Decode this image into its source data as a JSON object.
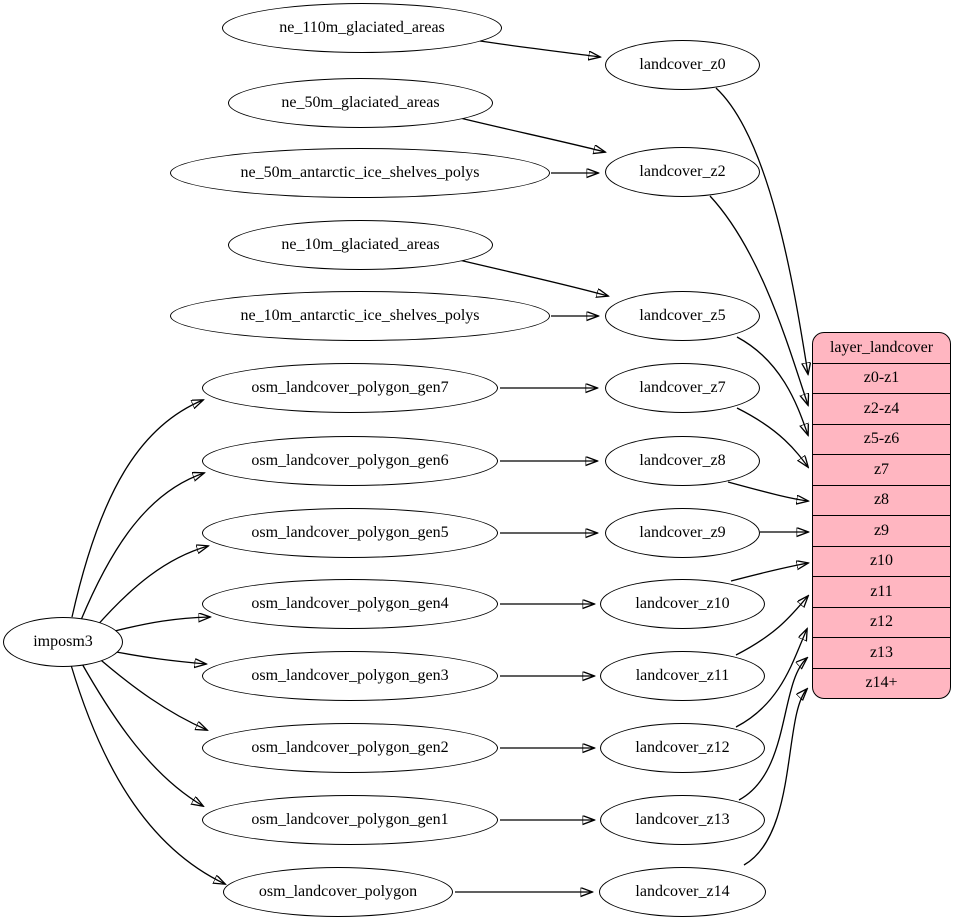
{
  "nodes": {
    "imposm3": "imposm3",
    "ne_110m_glaciated_areas": "ne_110m_glaciated_areas",
    "ne_50m_glaciated_areas": "ne_50m_glaciated_areas",
    "ne_50m_antarctic_ice_shelves_polys": "ne_50m_antarctic_ice_shelves_polys",
    "ne_10m_glaciated_areas": "ne_10m_glaciated_areas",
    "ne_10m_antarctic_ice_shelves_polys": "ne_10m_antarctic_ice_shelves_polys",
    "osm_landcover_polygon_gen7": "osm_landcover_polygon_gen7",
    "osm_landcover_polygon_gen6": "osm_landcover_polygon_gen6",
    "osm_landcover_polygon_gen5": "osm_landcover_polygon_gen5",
    "osm_landcover_polygon_gen4": "osm_landcover_polygon_gen4",
    "osm_landcover_polygon_gen3": "osm_landcover_polygon_gen3",
    "osm_landcover_polygon_gen2": "osm_landcover_polygon_gen2",
    "osm_landcover_polygon_gen1": "osm_landcover_polygon_gen1",
    "osm_landcover_polygon": "osm_landcover_polygon",
    "landcover_z0": "landcover_z0",
    "landcover_z2": "landcover_z2",
    "landcover_z5": "landcover_z5",
    "landcover_z7": "landcover_z7",
    "landcover_z8": "landcover_z8",
    "landcover_z9": "landcover_z9",
    "landcover_z10": "landcover_z10",
    "landcover_z11": "landcover_z11",
    "landcover_z12": "landcover_z12",
    "landcover_z13": "landcover_z13",
    "landcover_z14": "landcover_z14"
  },
  "record": {
    "title": "layer_landcover",
    "rows": [
      "z0-z1",
      "z2-z4",
      "z5-z6",
      "z7",
      "z8",
      "z9",
      "z10",
      "z11",
      "z12",
      "z13",
      "z14+"
    ]
  },
  "colors": {
    "record_fill": "#ffb6c1",
    "node_fill": "#ffffff",
    "stroke": "#000000"
  },
  "edges": [
    {
      "from": "imposm3",
      "to": "osm_landcover_polygon_gen7"
    },
    {
      "from": "imposm3",
      "to": "osm_landcover_polygon_gen6"
    },
    {
      "from": "imposm3",
      "to": "osm_landcover_polygon_gen5"
    },
    {
      "from": "imposm3",
      "to": "osm_landcover_polygon_gen4"
    },
    {
      "from": "imposm3",
      "to": "osm_landcover_polygon_gen3"
    },
    {
      "from": "imposm3",
      "to": "osm_landcover_polygon_gen2"
    },
    {
      "from": "imposm3",
      "to": "osm_landcover_polygon_gen1"
    },
    {
      "from": "imposm3",
      "to": "osm_landcover_polygon"
    },
    {
      "from": "ne_110m_glaciated_areas",
      "to": "landcover_z0"
    },
    {
      "from": "ne_50m_glaciated_areas",
      "to": "landcover_z2"
    },
    {
      "from": "ne_50m_antarctic_ice_shelves_polys",
      "to": "landcover_z2"
    },
    {
      "from": "ne_10m_glaciated_areas",
      "to": "landcover_z5"
    },
    {
      "from": "ne_10m_antarctic_ice_shelves_polys",
      "to": "landcover_z5"
    },
    {
      "from": "osm_landcover_polygon_gen7",
      "to": "landcover_z7"
    },
    {
      "from": "osm_landcover_polygon_gen6",
      "to": "landcover_z8"
    },
    {
      "from": "osm_landcover_polygon_gen5",
      "to": "landcover_z9"
    },
    {
      "from": "osm_landcover_polygon_gen4",
      "to": "landcover_z10"
    },
    {
      "from": "osm_landcover_polygon_gen3",
      "to": "landcover_z11"
    },
    {
      "from": "osm_landcover_polygon_gen2",
      "to": "landcover_z12"
    },
    {
      "from": "osm_landcover_polygon_gen1",
      "to": "landcover_z13"
    },
    {
      "from": "osm_landcover_polygon",
      "to": "landcover_z14"
    },
    {
      "from": "landcover_z0",
      "to": "layer_landcover:z0-z1"
    },
    {
      "from": "landcover_z2",
      "to": "layer_landcover:z2-z4"
    },
    {
      "from": "landcover_z5",
      "to": "layer_landcover:z5-z6"
    },
    {
      "from": "landcover_z7",
      "to": "layer_landcover:z7"
    },
    {
      "from": "landcover_z8",
      "to": "layer_landcover:z8"
    },
    {
      "from": "landcover_z9",
      "to": "layer_landcover:z9"
    },
    {
      "from": "landcover_z10",
      "to": "layer_landcover:z10"
    },
    {
      "from": "landcover_z11",
      "to": "layer_landcover:z11"
    },
    {
      "from": "landcover_z12",
      "to": "layer_landcover:z12"
    },
    {
      "from": "landcover_z13",
      "to": "layer_landcover:z13"
    },
    {
      "from": "landcover_z14",
      "to": "layer_landcover:z14+"
    }
  ]
}
